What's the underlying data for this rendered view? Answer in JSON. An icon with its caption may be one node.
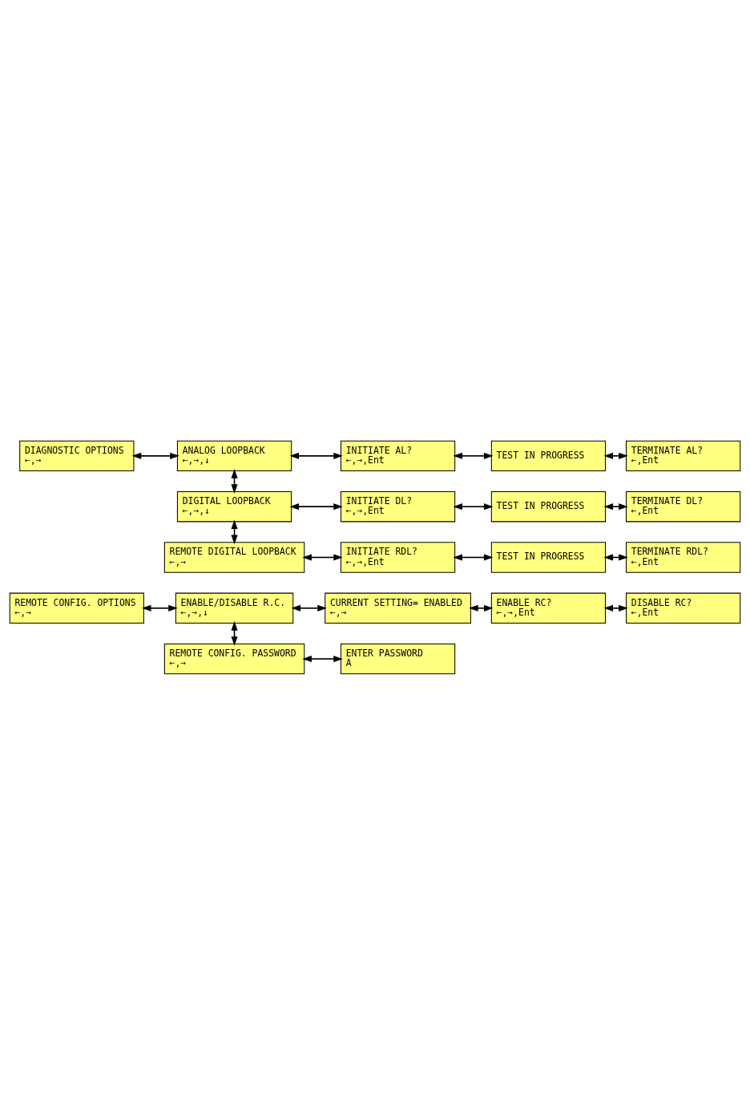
{
  "diagram": {
    "nodes": [
      {
        "text": [
          "REMOTE CONFIG. OPTIONS",
          "←,→"
        ]
      },
      {
        "text": [
          "ENABLE/DISABLE R.C.",
          "←,→,↓"
        ]
      },
      {
        "text": [
          "CURRENT SETTING= ENABLED",
          "←,→"
        ]
      },
      {
        "text": [
          "ENABLE RC?",
          "←,→,Ent"
        ]
      },
      {
        "text": [
          "DISABLE RC?",
          "←,Ent"
        ]
      },
      {
        "text": [
          "REMOTE CONFIG. PASSWORD",
          "←,→"
        ]
      },
      {
        "text": [
          "ENTER PASSWORD",
          "A"
        ]
      },
      {
        "text": [
          "DIAGNOSTIC OPTIONS",
          "←,→"
        ]
      },
      {
        "text": [
          "ANALOG LOOPBACK",
          "←,→,↓"
        ]
      },
      {
        "text": [
          "INITIATE AL?",
          "←,→,Ent"
        ]
      },
      {
        "text": [
          "TEST IN PROGRESS"
        ]
      },
      {
        "text": [
          "TERMINATE AL?",
          "←,Ent"
        ]
      },
      {
        "text": [
          "DIGITAL LOOPBACK",
          "←,→,↓"
        ]
      },
      {
        "text": [
          "INITIATE DL?",
          "←,→,Ent"
        ]
      },
      {
        "text": [
          "TEST IN PROGRESS"
        ]
      },
      {
        "text": [
          "TERMINATE DL?",
          "←,Ent"
        ]
      },
      {
        "text": [
          "REMOTE DIGITAL LOOPBACK",
          "←,→"
        ]
      },
      {
        "text": [
          "INITIATE RDL?",
          "←,→,Ent"
        ]
      },
      {
        "text": [
          "TEST IN PROGRESS"
        ]
      },
      {
        "text": [
          "TERMINATE RDL?",
          "←,Ent"
        ]
      }
    ],
    "edges": [
      {
        "from": 0,
        "to": 1,
        "arrow": "both"
      },
      {
        "from": 1,
        "to": 2,
        "arrow": "both"
      },
      {
        "from": 2,
        "to": 3,
        "arrow": "both"
      },
      {
        "from": 3,
        "to": 4,
        "arrow": "both"
      },
      {
        "from": 1,
        "to": 5,
        "arrow": "both"
      },
      {
        "from": 5,
        "to": 6,
        "arrow": "both"
      },
      {
        "from": 7,
        "to": 8,
        "arrow": "both"
      },
      {
        "from": 8,
        "to": 9,
        "arrow": "both"
      },
      {
        "from": 9,
        "to": 10,
        "arrow": "both"
      },
      {
        "from": 10,
        "to": 11,
        "arrow": "both"
      },
      {
        "from": 8,
        "to": 12,
        "arrow": "both"
      },
      {
        "from": 12,
        "to": 13,
        "arrow": "both"
      },
      {
        "from": 13,
        "to": 14,
        "arrow": "both"
      },
      {
        "from": 14,
        "to": 15,
        "arrow": "both"
      },
      {
        "from": 12,
        "to": 16,
        "arrow": "both"
      },
      {
        "from": 16,
        "to": 17,
        "arrow": "both"
      },
      {
        "from": 17,
        "to": 18,
        "arrow": "both"
      },
      {
        "from": 18,
        "to": 19,
        "arrow": "both"
      }
    ]
  }
}
